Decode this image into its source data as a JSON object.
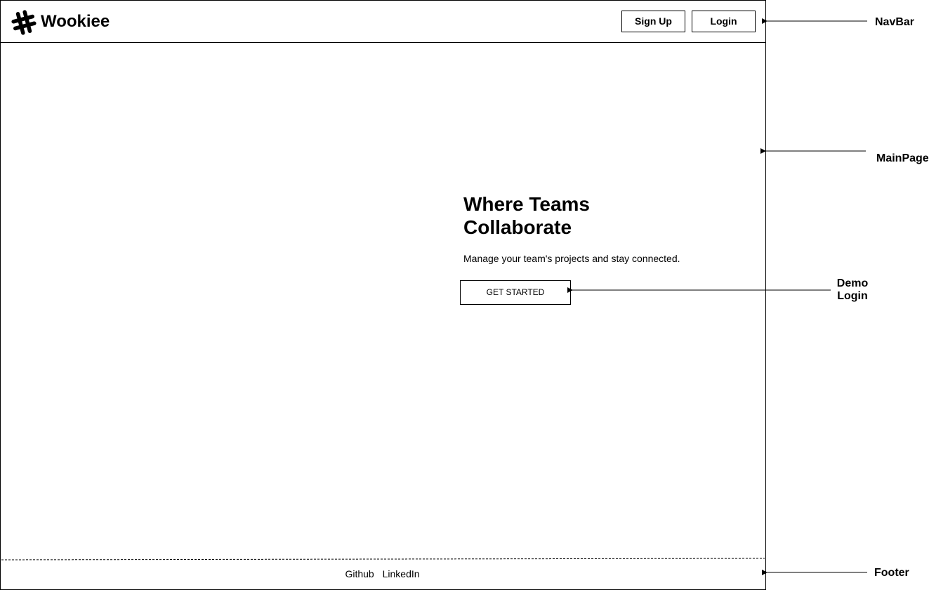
{
  "navbar": {
    "brand": "Wookiee",
    "logo_icon": "hash-icon",
    "signup_label": "Sign Up",
    "login_label": "Login"
  },
  "main": {
    "title": "Where Teams Collaborate",
    "subtitle": "Manage your team's projects and stay connected.",
    "cta_label": "GET STARTED"
  },
  "footer": {
    "links": [
      "Github",
      "LinkedIn"
    ]
  },
  "annotations": {
    "navbar": "NavBar",
    "mainpage": "MainPage",
    "demo_login": "Demo Login",
    "footer": "Footer"
  }
}
